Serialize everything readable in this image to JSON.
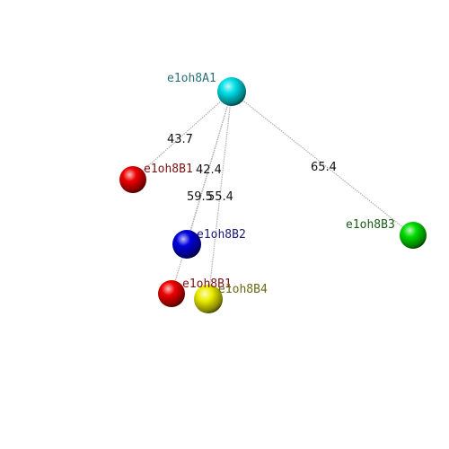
{
  "diagram": {
    "nodes": [
      {
        "id": "A1",
        "label": "e1oh8A1",
        "color": "#00e0e8",
        "label_color": "#2a6f7a"
      },
      {
        "id": "B1a",
        "label": "e1oh8B1",
        "color": "#ee0000",
        "label_color": "#7a1414"
      },
      {
        "id": "B2",
        "label": "e1oh8B2",
        "color": "#0000dd",
        "label_color": "#1c1c7a"
      },
      {
        "id": "B3",
        "label": "e1oh8B3",
        "color": "#00dd00",
        "label_color": "#1a5c1a"
      },
      {
        "id": "B1b",
        "label": "e1oh8B1",
        "color": "#ee0000",
        "label_color": "#7a1414"
      },
      {
        "id": "B4",
        "label": "e1oh8B4",
        "color": "#eeee00",
        "label_color": "#6a6a1a"
      }
    ],
    "edges": [
      {
        "from": "A1",
        "to": "B1a",
        "label": "43.7"
      },
      {
        "from": "A1",
        "to": "B2",
        "label": "42.4"
      },
      {
        "from": "A1",
        "to": "B3",
        "label": "65.4"
      },
      {
        "from": "A1",
        "to": "B1b",
        "label": "59.5"
      },
      {
        "from": "A1",
        "to": "B4",
        "label": "55.4"
      }
    ]
  }
}
